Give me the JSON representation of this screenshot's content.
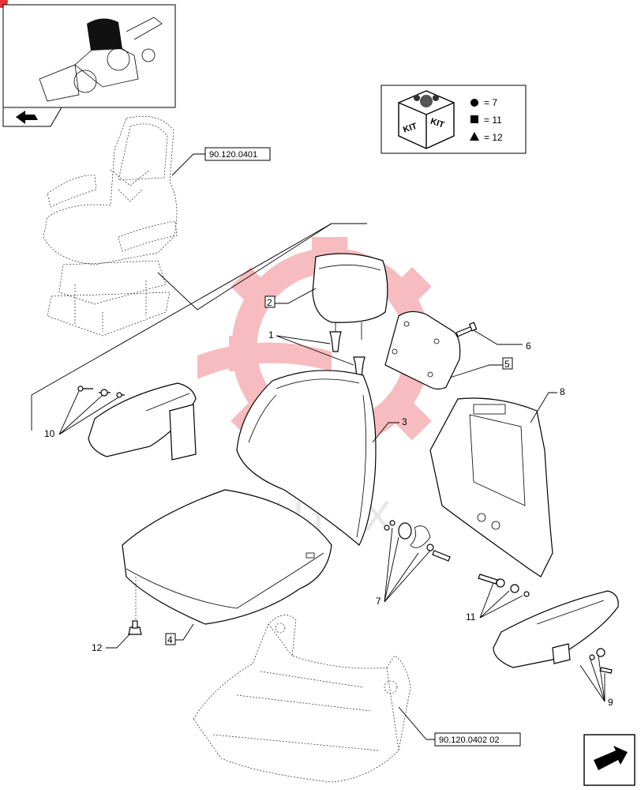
{
  "legend": {
    "kit_label_left": "KIT",
    "kit_label_right": "KIT",
    "items": [
      {
        "symbol": "circle-icon",
        "text": "= 7"
      },
      {
        "symbol": "square-icon",
        "text": "= 11"
      },
      {
        "symbol": "triangle-icon",
        "text": "= 12"
      }
    ]
  },
  "references": {
    "seat_assembly": "90.120.0401",
    "seat_frame": "90.120.0402 02"
  },
  "callouts": {
    "c1": "1",
    "c2": "2",
    "c3": "3",
    "c4": "4",
    "c5": "5",
    "c6": "6",
    "c7": "7",
    "c8": "8",
    "c9": "9",
    "c10": "10",
    "c11": "11",
    "c12": "12"
  },
  "watermark": "ИНТЕХ",
  "icons": {
    "nav_arrow": "back-arrow-icon",
    "next_arrow": "next-page-arrow-icon"
  },
  "colors": {
    "watermark_red": "#e8333a",
    "badge_red": "#e8333a"
  }
}
